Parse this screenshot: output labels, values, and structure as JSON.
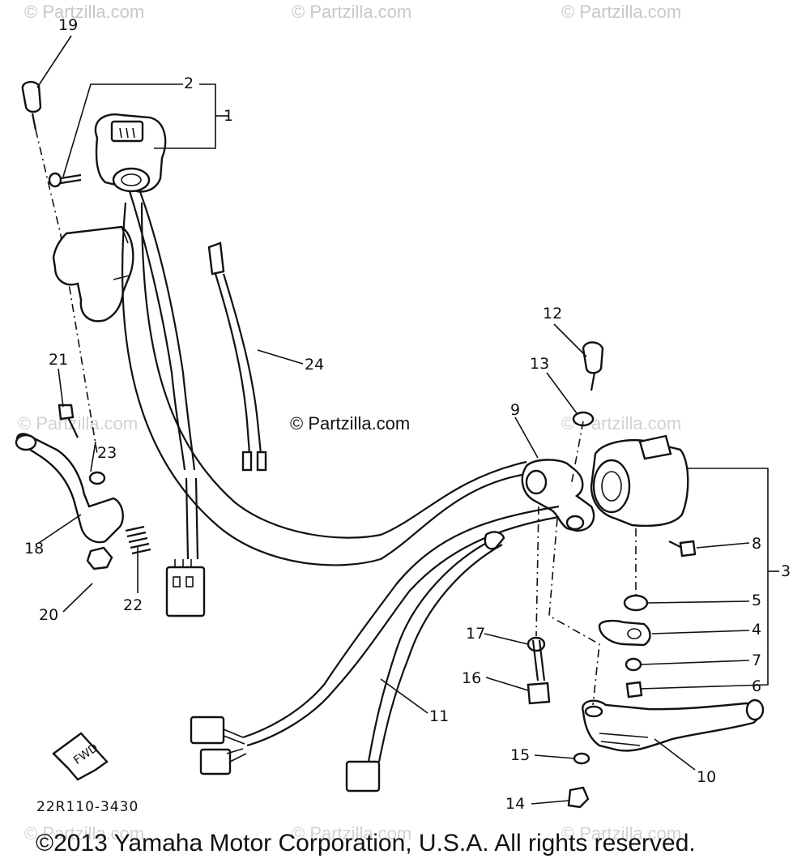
{
  "watermarks": {
    "top": [
      "© Partzilla.com",
      "© Partzilla.com",
      "© Partzilla.com"
    ],
    "middle": [
      "© Partzilla.com",
      "© Partzilla.com"
    ],
    "bottom": [
      "© Partzilla.com",
      "© Partzilla.com",
      "© Partzilla.com"
    ],
    "center": "© Partzilla.com"
  },
  "callouts": [
    "1",
    "2",
    "3",
    "4",
    "5",
    "6",
    "7",
    "8",
    "9",
    "10",
    "11",
    "12",
    "13",
    "14",
    "15",
    "16",
    "17",
    "18",
    "19",
    "20",
    "21",
    "22",
    "23",
    "24"
  ],
  "fwd_label": "FWD",
  "part_number": "22R110-3430",
  "copyright": "©2013 Yamaha Motor Corporation, U.S.A. All rights reserved."
}
